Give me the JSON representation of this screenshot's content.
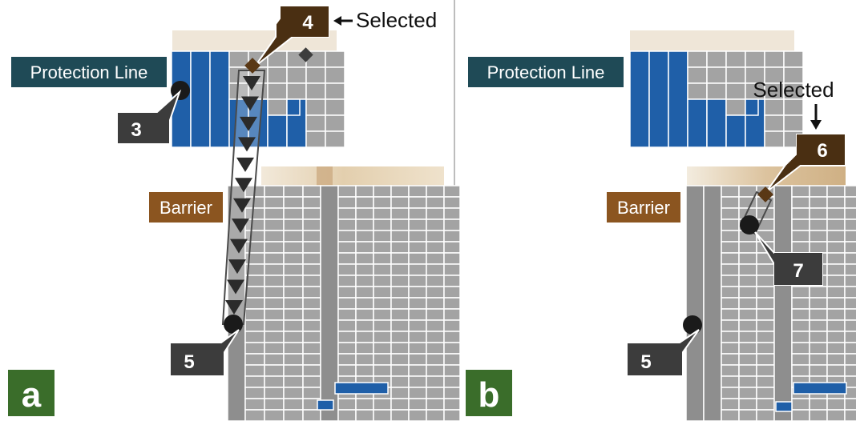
{
  "panels": [
    {
      "letter": "a",
      "protection_label": "Protection Line",
      "barrier_label": "Barrier",
      "selected_text": "Selected",
      "callouts": [
        "3",
        "4",
        "5"
      ]
    },
    {
      "letter": "b",
      "protection_label": "Protection Line",
      "barrier_label": "Barrier",
      "selected_text": "Selected",
      "callouts": [
        "6",
        "7",
        "5"
      ]
    }
  ],
  "colors": {
    "blue": "#1f5fa8",
    "gray": "#a3a3a3",
    "dark_gray": "#8e8e8e",
    "navy_label": "#1f4a56",
    "brown_label": "#8b5520",
    "callout_dark": "#3c3c3c",
    "callout_brown": "#4a2f12",
    "panel_green": "#3a6d2a",
    "header_tan": "#e6d8c3",
    "marker": "#3a2a1a"
  }
}
